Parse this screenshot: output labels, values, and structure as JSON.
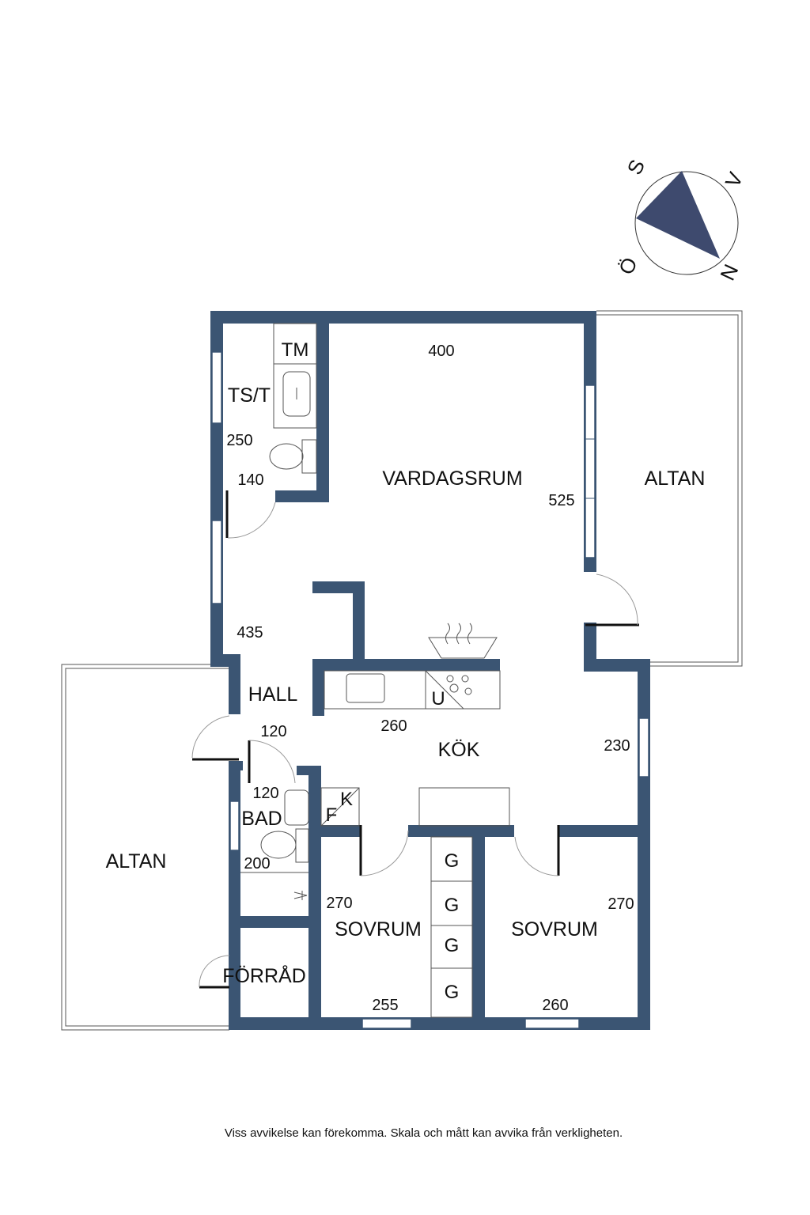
{
  "compass": {
    "labels": [
      "S",
      "V",
      "N",
      "Ö"
    ]
  },
  "rooms": {
    "vardagsrum": "VARDAGSRUM",
    "altan_right": "ALTAN",
    "altan_left": "ALTAN",
    "hall": "HALL",
    "kok": "KÖK",
    "bad": "BAD",
    "ts_t": "TS/T",
    "forrad": "FÖRRÅD",
    "sovrum_left": "SOVRUM",
    "sovrum_right": "SOVRUM"
  },
  "fixtures": {
    "tm": "TM",
    "u": "U",
    "f": "F",
    "k": "K",
    "g": [
      "G",
      "G",
      "G",
      "G"
    ]
  },
  "dimensions": {
    "d400": "400",
    "d250": "250",
    "d140": "140",
    "d525": "525",
    "d435": "435",
    "d260_kok": "260",
    "d120_hall": "120",
    "d230": "230",
    "d120_bad": "120",
    "d200": "200",
    "d270_left": "270",
    "d270_right": "270",
    "d255": "255",
    "d260_sovrum": "260"
  },
  "disclaimer": "Viss avvikelse kan förekomma. Skala och mått kan avvika från verkligheten.",
  "colors": {
    "wall": "#3b5573",
    "compass_fill": "#3e4a6e"
  }
}
